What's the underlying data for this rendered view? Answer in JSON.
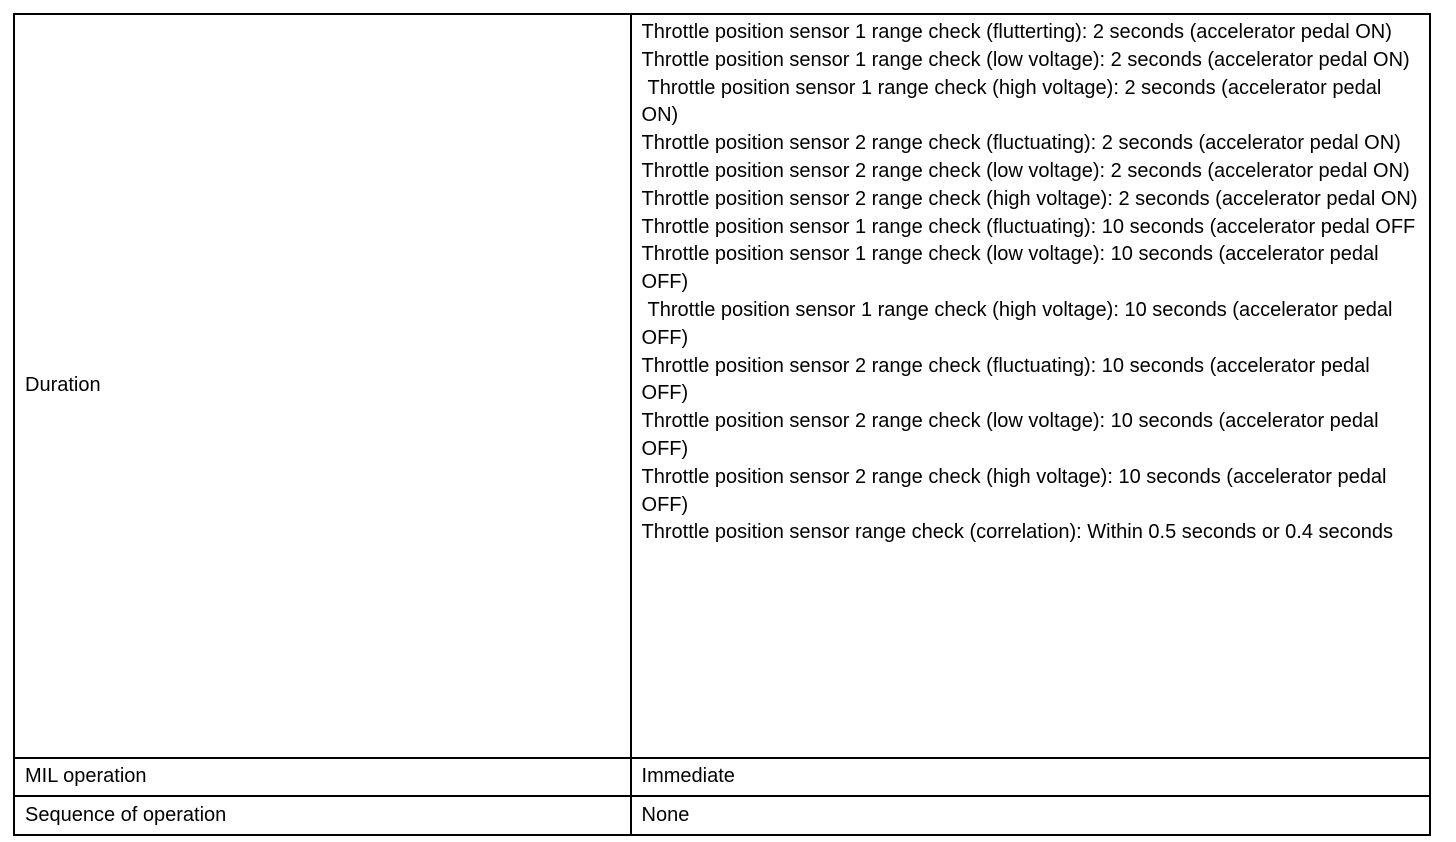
{
  "rows": {
    "duration": {
      "label": "Duration",
      "lines": [
        "Throttle position sensor 1 range check (flutterting): 2 seconds (accelerator pedal ON)",
        "Throttle position sensor 1 range check (low voltage): 2 seconds (accelerator pedal ON)",
        "Throttle position sensor 1 range check (high voltage): 2 seconds (accelerator pedal ON)",
        "Throttle position sensor 2 range check (fluctuating): 2 seconds (accelerator pedal ON)",
        "Throttle position sensor 2 range check (low voltage): 2 seconds (accelerator pedal ON)",
        "Throttle position sensor 2 range check (high voltage): 2 seconds (accelerator pedal ON)",
        "Throttle position sensor 1 range check (fluctuating): 10 seconds (accelerator pedal OFF",
        "Throttle position sensor 1 range check (low voltage): 10 seconds (accelerator pedal OFF)",
        "Throttle position sensor 1 range check (high voltage): 10 seconds (accelerator pedal OFF)",
        "Throttle position sensor 2 range check (fluctuating): 10 seconds (accelerator pedal OFF)",
        "Throttle position sensor 2 range check (low voltage): 10 seconds (accelerator pedal OFF)",
        "Throttle position sensor 2 range check (high voltage): 10 seconds (accelerator pedal OFF)",
        "Throttle position sensor range check (correlation): Within 0.5 seconds or 0.4 seconds"
      ]
    },
    "mil_operation": {
      "label": "MIL operation",
      "value": "Immediate"
    },
    "sequence_of_operation": {
      "label": "Sequence of operation",
      "value": "None"
    }
  }
}
